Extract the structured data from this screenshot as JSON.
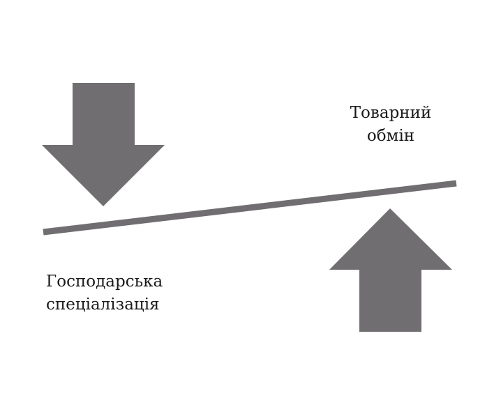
{
  "diagram": {
    "type": "balance-scale",
    "labels": {
      "right_top": [
        "Товарний",
        "обмін"
      ],
      "left_bottom": [
        "Господарська",
        "спеціалізація"
      ]
    },
    "colors": {
      "shape_fill": "#716e71",
      "text": "#1a1a1a",
      "background": "#ffffff"
    },
    "elements": {
      "down_arrow": {
        "direction": "down",
        "position": "left-top"
      },
      "up_arrow": {
        "direction": "up",
        "position": "right-bottom"
      },
      "beam": {
        "orientation": "tilted",
        "low_end": "left",
        "high_end": "right"
      }
    }
  }
}
